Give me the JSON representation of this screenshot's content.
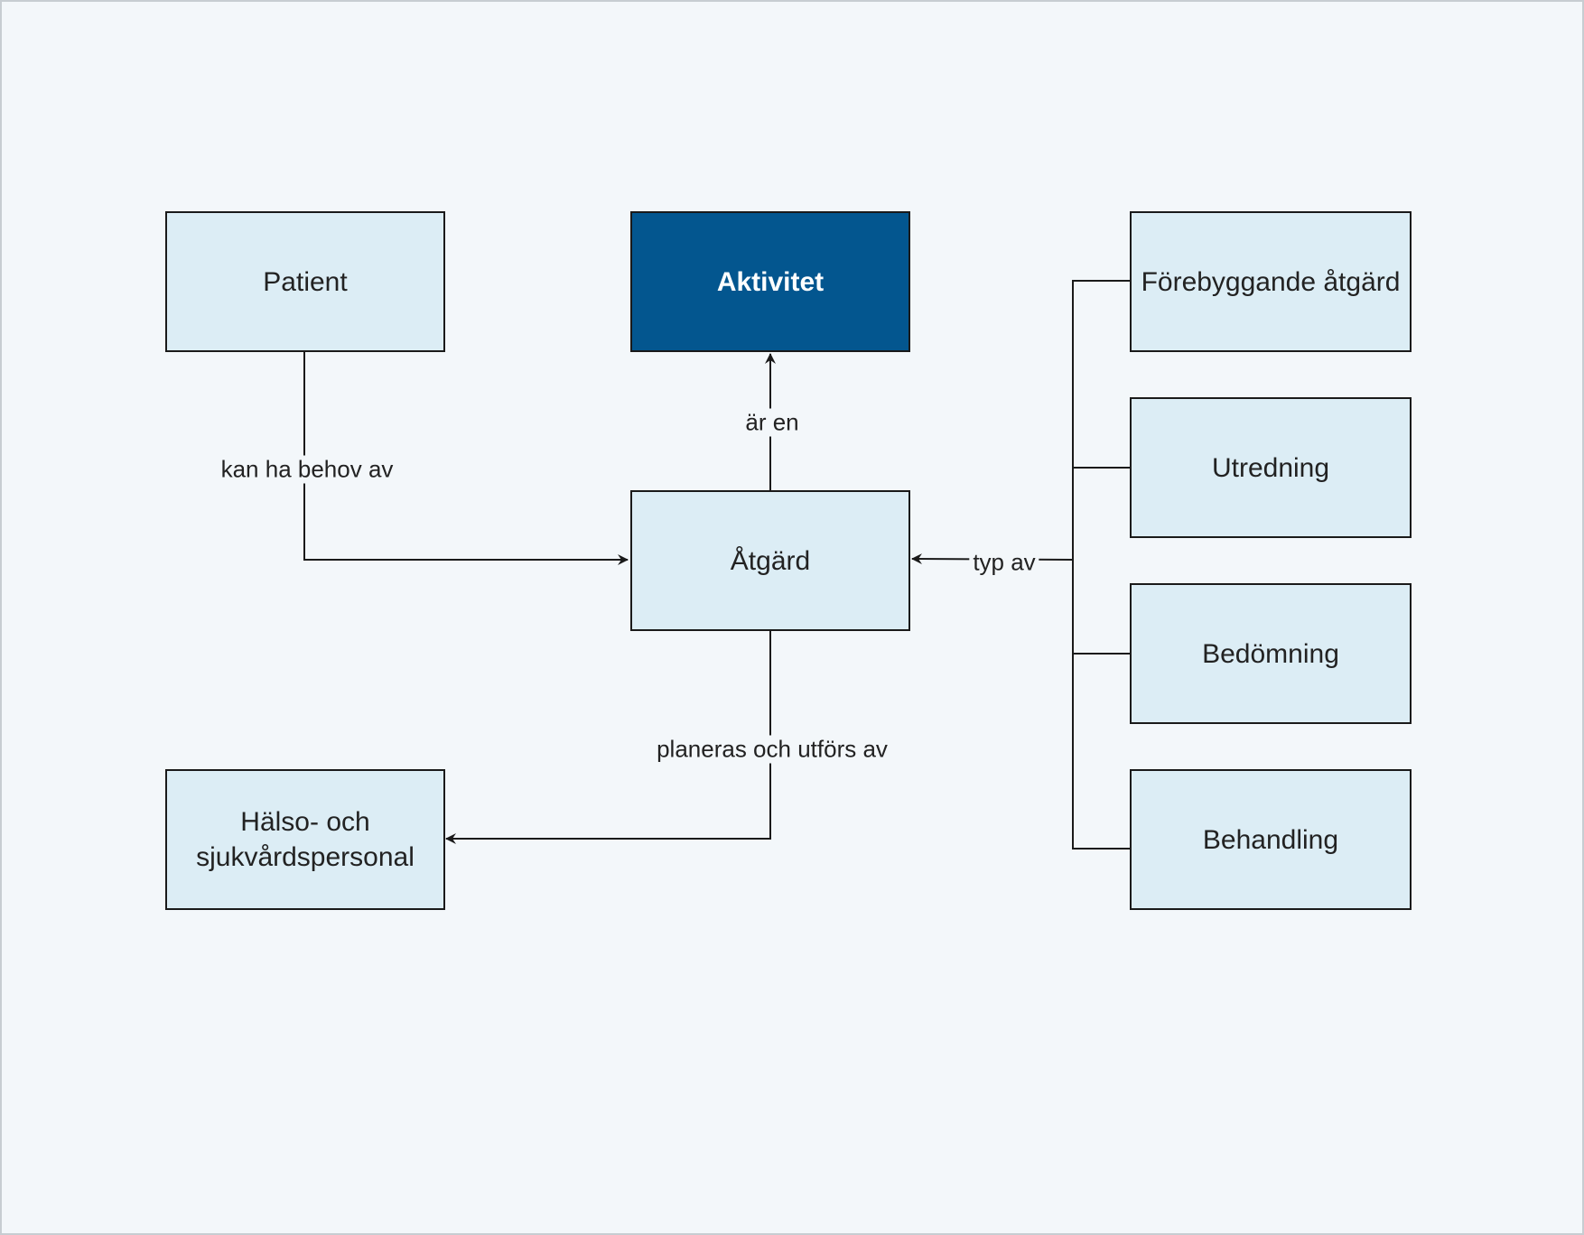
{
  "nodes": {
    "patient": "Patient",
    "aktivitet": "Aktivitet",
    "atgard": "Åtgärd",
    "halso_line1": "Hälso- och",
    "halso_line2": "sjukvårdspersonal",
    "forebyggande": "Förebyggande åtgärd",
    "utredning": "Utredning",
    "bedomning": "Bedömning",
    "behandling": "Behandling"
  },
  "edges": {
    "kan_ha_behov_av": "kan ha behov av",
    "ar_en": "är en",
    "typ_av": "typ av",
    "planeras_och_utfors_av": "planeras och utförs av"
  },
  "colors": {
    "node_fill": "#dcedf5",
    "primary_fill": "#03568f",
    "background": "#f3f7fa",
    "line": "#1a1a1a"
  }
}
